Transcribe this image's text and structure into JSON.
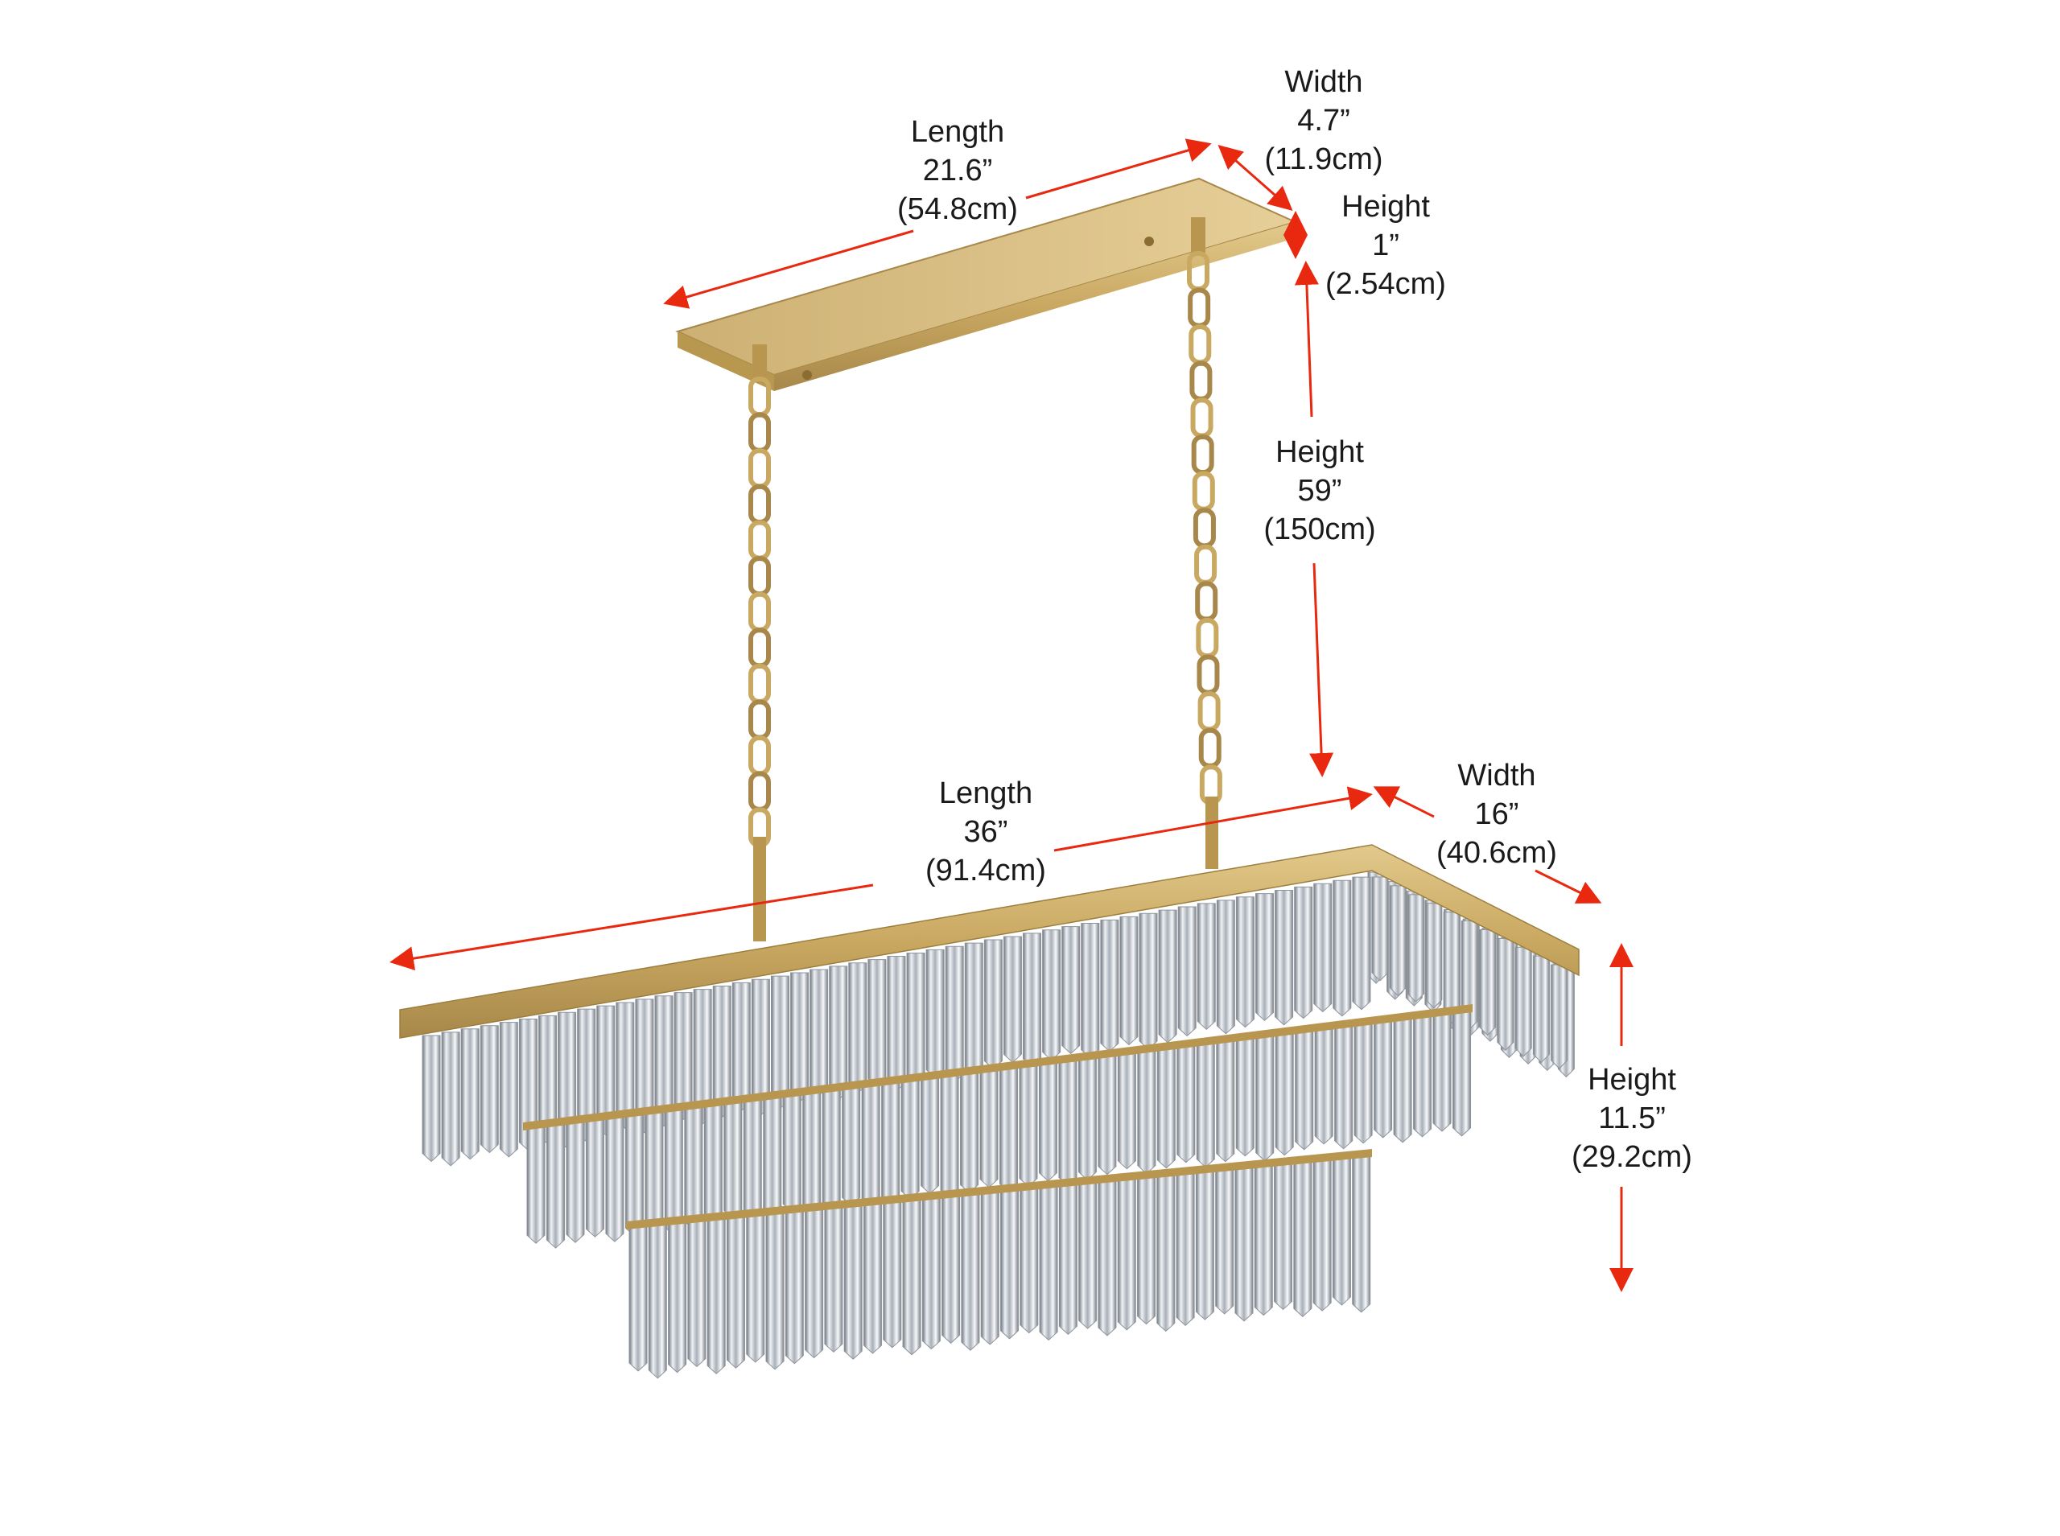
{
  "colors": {
    "arrow": "#e8290f",
    "brass": "#c8a75f",
    "brass_dark": "#9c7e3e",
    "brass_light": "#e0c585",
    "crystal": "#dde3ea",
    "crystal_shade": "#8d939b",
    "background": "#ffffff"
  },
  "canopy": {
    "length": {
      "name": "Length",
      "imperial": "21.6”",
      "metric": "(54.8cm)"
    },
    "width": {
      "name": "Width",
      "imperial": "4.7”",
      "metric": "(11.9cm)"
    },
    "height": {
      "name": "Height",
      "imperial": "1”",
      "metric": "(2.54cm)"
    }
  },
  "suspension": {
    "height": {
      "name": "Height",
      "imperial": "59”",
      "metric": "(150cm)"
    }
  },
  "fixture": {
    "length": {
      "name": "Length",
      "imperial": "36”",
      "metric": "(91.4cm)"
    },
    "width": {
      "name": "Width",
      "imperial": "16”",
      "metric": "(40.6cm)"
    },
    "height": {
      "name": "Height",
      "imperial": "11.5”",
      "metric": "(29.2cm)"
    }
  },
  "icons": [
    "dimension-arrow-icon",
    "chain-icon",
    "crystal-prism-icon"
  ]
}
